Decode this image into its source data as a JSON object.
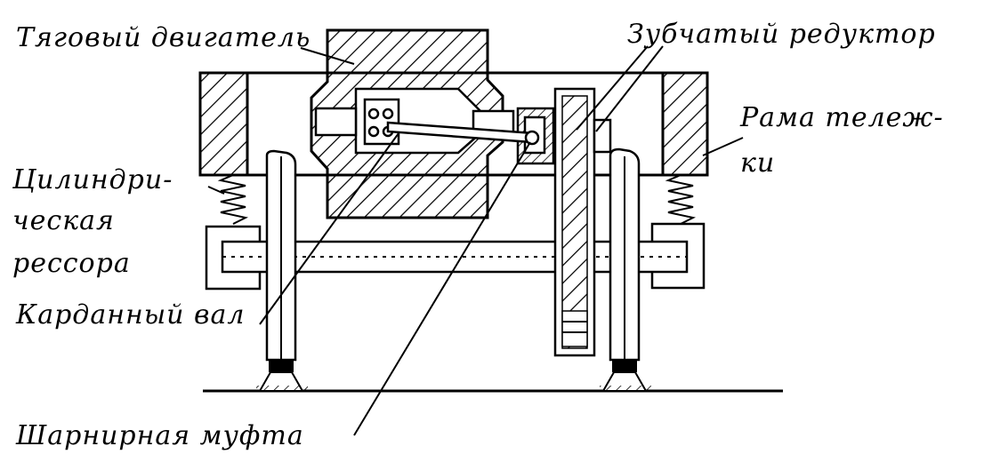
{
  "labels": {
    "traction_motor": "Тяговый двигатель",
    "gear_reducer": "Зубчатый редуктор",
    "bogie_frame_line1": "Рама тележ-",
    "bogie_frame_line2": "ки",
    "spring_line1": "Цилиндри-",
    "spring_line2": "ческая",
    "spring_line3": "рессора",
    "cardan_shaft": "Карданный вал",
    "hinge_coupling": "Шарнирная муфта"
  }
}
